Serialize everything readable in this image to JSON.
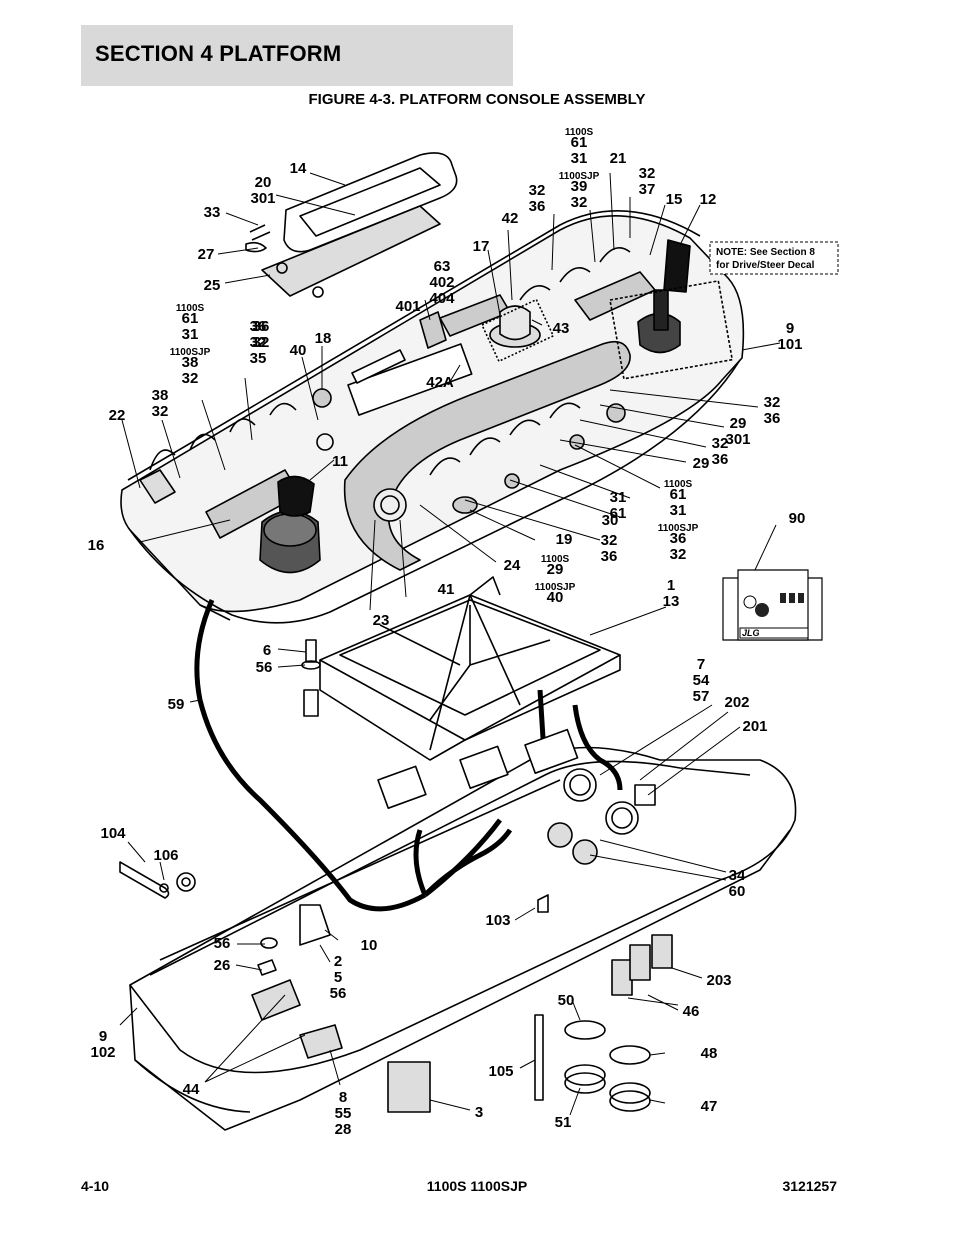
{
  "header": {
    "section_title": "SECTION 4   PLATFORM"
  },
  "figure": {
    "title": "FIGURE 4-3. PLATFORM CONSOLE ASSEMBLY",
    "note": [
      "NOTE:  See Section 8",
      "for Drive/Steer Decal"
    ],
    "logo_text": "JLG"
  },
  "callouts": [
    {
      "lines": [
        "14"
      ]
    },
    {
      "lines": [
        "20",
        "301"
      ]
    },
    {
      "lines": [
        "33"
      ]
    },
    {
      "lines": [
        "27"
      ]
    },
    {
      "lines": [
        "25"
      ]
    },
    {
      "lines": [
        "63",
        "402",
        "404"
      ]
    },
    {
      "lines": [
        "401"
      ]
    },
    {
      "lines": [
        "17"
      ]
    },
    {
      "lines": [
        "42"
      ]
    },
    {
      "lines": [
        "43"
      ]
    },
    {
      "lines": [
        "18"
      ]
    },
    {
      "lines": [
        "42A"
      ]
    },
    {
      "lines": [
        "1100S",
        "61",
        "31",
        "1100SJP",
        "39",
        "32"
      ]
    },
    {
      "lines": [
        "21"
      ]
    },
    {
      "lines": [
        "32",
        "36"
      ]
    },
    {
      "lines": [
        "32",
        "37"
      ]
    },
    {
      "lines": [
        "15"
      ]
    },
    {
      "lines": [
        "12"
      ]
    },
    {
      "lines": [
        "9",
        "101"
      ]
    },
    {
      "lines": [
        "1100S",
        "61",
        "31",
        "1100SJP",
        "38",
        "32"
      ]
    },
    {
      "lines": [
        "36",
        "32"
      ]
    },
    {
      "lines": [
        "36",
        "32",
        "35"
      ]
    },
    {
      "lines": [
        "40"
      ]
    },
    {
      "lines": [
        "38",
        "32"
      ]
    },
    {
      "lines": [
        "22"
      ]
    },
    {
      "lines": [
        "11"
      ]
    },
    {
      "lines": [
        "16"
      ]
    },
    {
      "lines": [
        "32",
        "36"
      ]
    },
    {
      "lines": [
        "29",
        "301"
      ]
    },
    {
      "lines": [
        "32",
        "36"
      ]
    },
    {
      "lines": [
        "29"
      ]
    },
    {
      "lines": [
        "1100S",
        "61",
        "31",
        "1100SJP",
        "36",
        "32"
      ]
    },
    {
      "lines": [
        "31",
        "61"
      ]
    },
    {
      "lines": [
        "30"
      ]
    },
    {
      "lines": [
        "19"
      ]
    },
    {
      "lines": [
        "32",
        "36"
      ]
    },
    {
      "lines": [
        "1100S",
        "29",
        "1100SJP",
        "40"
      ]
    },
    {
      "lines": [
        "24"
      ]
    },
    {
      "lines": [
        "41"
      ]
    },
    {
      "lines": [
        "23"
      ]
    },
    {
      "lines": [
        "90"
      ]
    },
    {
      "lines": [
        "1",
        "13"
      ]
    },
    {
      "lines": [
        "6"
      ]
    },
    {
      "lines": [
        "56"
      ]
    },
    {
      "lines": [
        "59"
      ]
    },
    {
      "lines": [
        "7",
        "54",
        "57"
      ]
    },
    {
      "lines": [
        "202"
      ]
    },
    {
      "lines": [
        "201"
      ]
    },
    {
      "lines": [
        "104"
      ]
    },
    {
      "lines": [
        "106"
      ]
    },
    {
      "lines": [
        "34",
        "60"
      ]
    },
    {
      "lines": [
        "103"
      ]
    },
    {
      "lines": [
        "56"
      ]
    },
    {
      "lines": [
        "10"
      ]
    },
    {
      "lines": [
        "26"
      ]
    },
    {
      "lines": [
        "2",
        "5",
        "56"
      ]
    },
    {
      "lines": [
        "203"
      ]
    },
    {
      "lines": [
        "50"
      ]
    },
    {
      "lines": [
        "46"
      ]
    },
    {
      "lines": [
        "9",
        "102"
      ]
    },
    {
      "lines": [
        "48"
      ]
    },
    {
      "lines": [
        "105"
      ]
    },
    {
      "lines": [
        "44"
      ]
    },
    {
      "lines": [
        "8",
        "55",
        "28"
      ]
    },
    {
      "lines": [
        "3"
      ]
    },
    {
      "lines": [
        "51"
      ]
    },
    {
      "lines": [
        "47"
      ]
    }
  ],
  "footer": {
    "left": "4-10",
    "center": "1100S 1100SJP",
    "right": "3121257"
  }
}
